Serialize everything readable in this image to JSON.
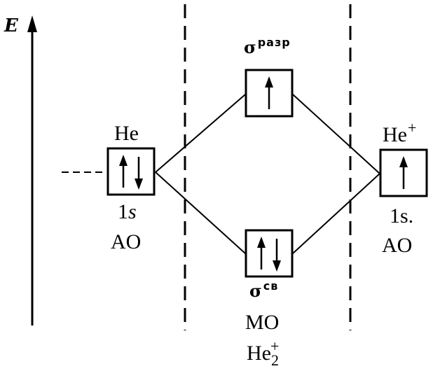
{
  "axis": {
    "label": "E"
  },
  "left_atom": {
    "symbol": "He",
    "orbital_number": "1",
    "orbital_letter": "s",
    "orbital_type": "AO",
    "electrons": [
      "up",
      "down"
    ]
  },
  "right_atom": {
    "symbol": "He",
    "charge": "+",
    "orbital_label": "1s.",
    "orbital_type": "AO",
    "electrons": [
      "up"
    ]
  },
  "antibonding": {
    "symbol": "σ",
    "superscript": "разр",
    "electrons": [
      "up"
    ]
  },
  "bonding": {
    "symbol": "σ",
    "superscript": "св",
    "electrons": [
      "up",
      "down"
    ]
  },
  "molecule": {
    "orbital_type": "MO",
    "symbol": "He",
    "subscript": "2",
    "charge": "+"
  }
}
